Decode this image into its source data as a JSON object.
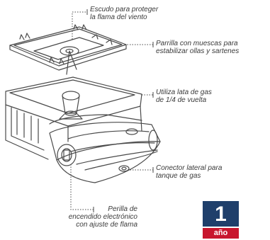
{
  "callouts": {
    "wind_shield": {
      "line1": "Escudo para proteger",
      "line2": "la flama del viento"
    },
    "grate": {
      "line1": "Parrilla con muescas para",
      "line2": "estabilizar ollas y sartenes"
    },
    "gas_can": {
      "line1": "Utiliza lata de gas",
      "line2": "de 1/4 de vuelta"
    },
    "side_connector": {
      "line1": "Conector lateral para",
      "line2": "tanque de gas"
    },
    "knob": {
      "line1": "Perilla de",
      "line2": "encendido electrónico",
      "line3": "con ajuste de flama"
    }
  },
  "badge": {
    "number": "1",
    "unit": "año"
  },
  "colors": {
    "line_art": "#4a4a4a",
    "badge_blue": "#1f3f6b",
    "badge_red": "#c8162e"
  }
}
